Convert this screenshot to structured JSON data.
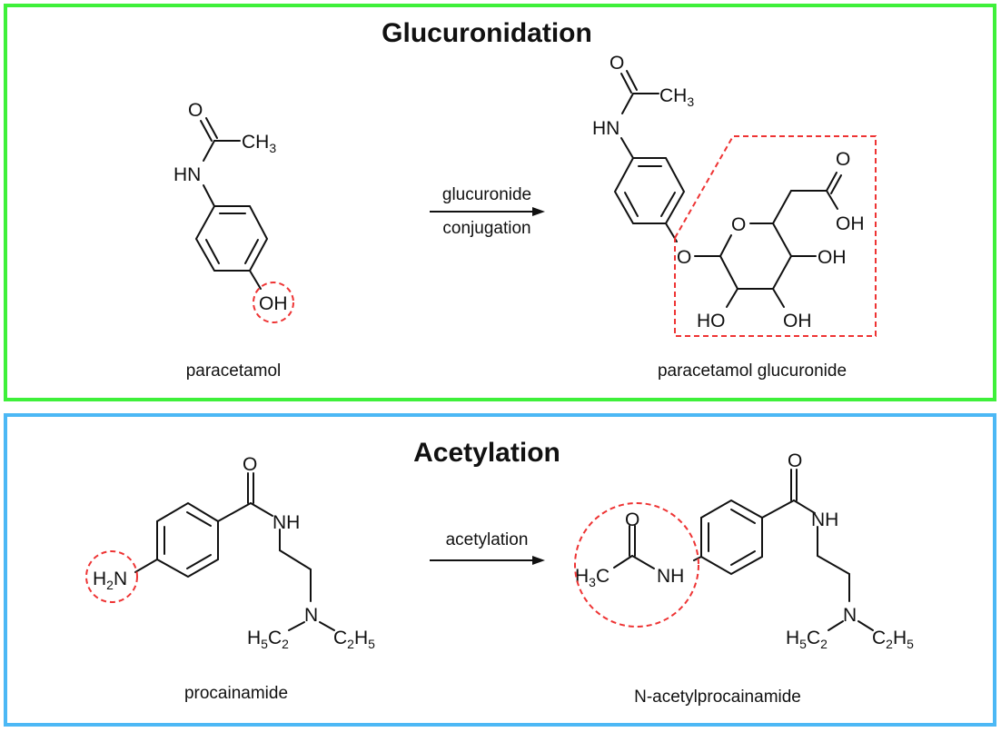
{
  "panels": [
    {
      "id": "glucuronidation",
      "title": "Glucuronidation",
      "border_color": "#3ef03a",
      "reaction_label_top": "glucuronide",
      "reaction_label_bottom": "conjugation",
      "reactant": {
        "name": "paracetamol",
        "atoms": {
          "o": "O",
          "ch3": "CH",
          "ch3_sub": "3",
          "hn": "HN",
          "oh": "OH"
        },
        "highlight": "OH group"
      },
      "product": {
        "name": "paracetamol glucuronide",
        "atoms": {
          "o": "O",
          "ch3": "CH",
          "ch3_sub": "3",
          "hn": "HN",
          "ether_o": "O",
          "ring_o": "O",
          "acid_o": "O",
          "acid_oh": "OH",
          "oh_c4": "OH",
          "ho_c2": "HO",
          "oh_c3": "OH"
        },
        "highlight": "glucuronide moiety"
      }
    },
    {
      "id": "acetylation",
      "title": "Acetylation",
      "border_color": "#4cb8f5",
      "reaction_label_top": "acetylation",
      "reaction_label_bottom": "",
      "reactant": {
        "name": "procainamide",
        "atoms": {
          "h2n_h": "H",
          "h2n_sub": "2",
          "h2n_n": "N",
          "o": "O",
          "nh": "NH",
          "n": "N",
          "et_left_h": "H",
          "et_left_5": "5",
          "et_left_c": "C",
          "et_left_2": "2",
          "et_right_c": "C",
          "et_right_2": "2",
          "et_right_h": "H",
          "et_right_5": "5"
        },
        "highlight": "NH2 group"
      },
      "product": {
        "name": "N-acetylprocainamide",
        "atoms": {
          "acetyl_o": "O",
          "h3c_h": "H",
          "h3c_sub": "3",
          "h3c_c": "C",
          "acetyl_nh": "NH",
          "o": "O",
          "nh": "NH",
          "n": "N",
          "et_left_h": "H",
          "et_left_5": "5",
          "et_left_c": "C",
          "et_left_2": "2",
          "et_right_c": "C",
          "et_right_2": "2",
          "et_right_h": "H",
          "et_right_5": "5"
        },
        "highlight": "acetyl amide group"
      }
    }
  ],
  "colors": {
    "highlight": "#ee3333",
    "ink": "#111111"
  }
}
